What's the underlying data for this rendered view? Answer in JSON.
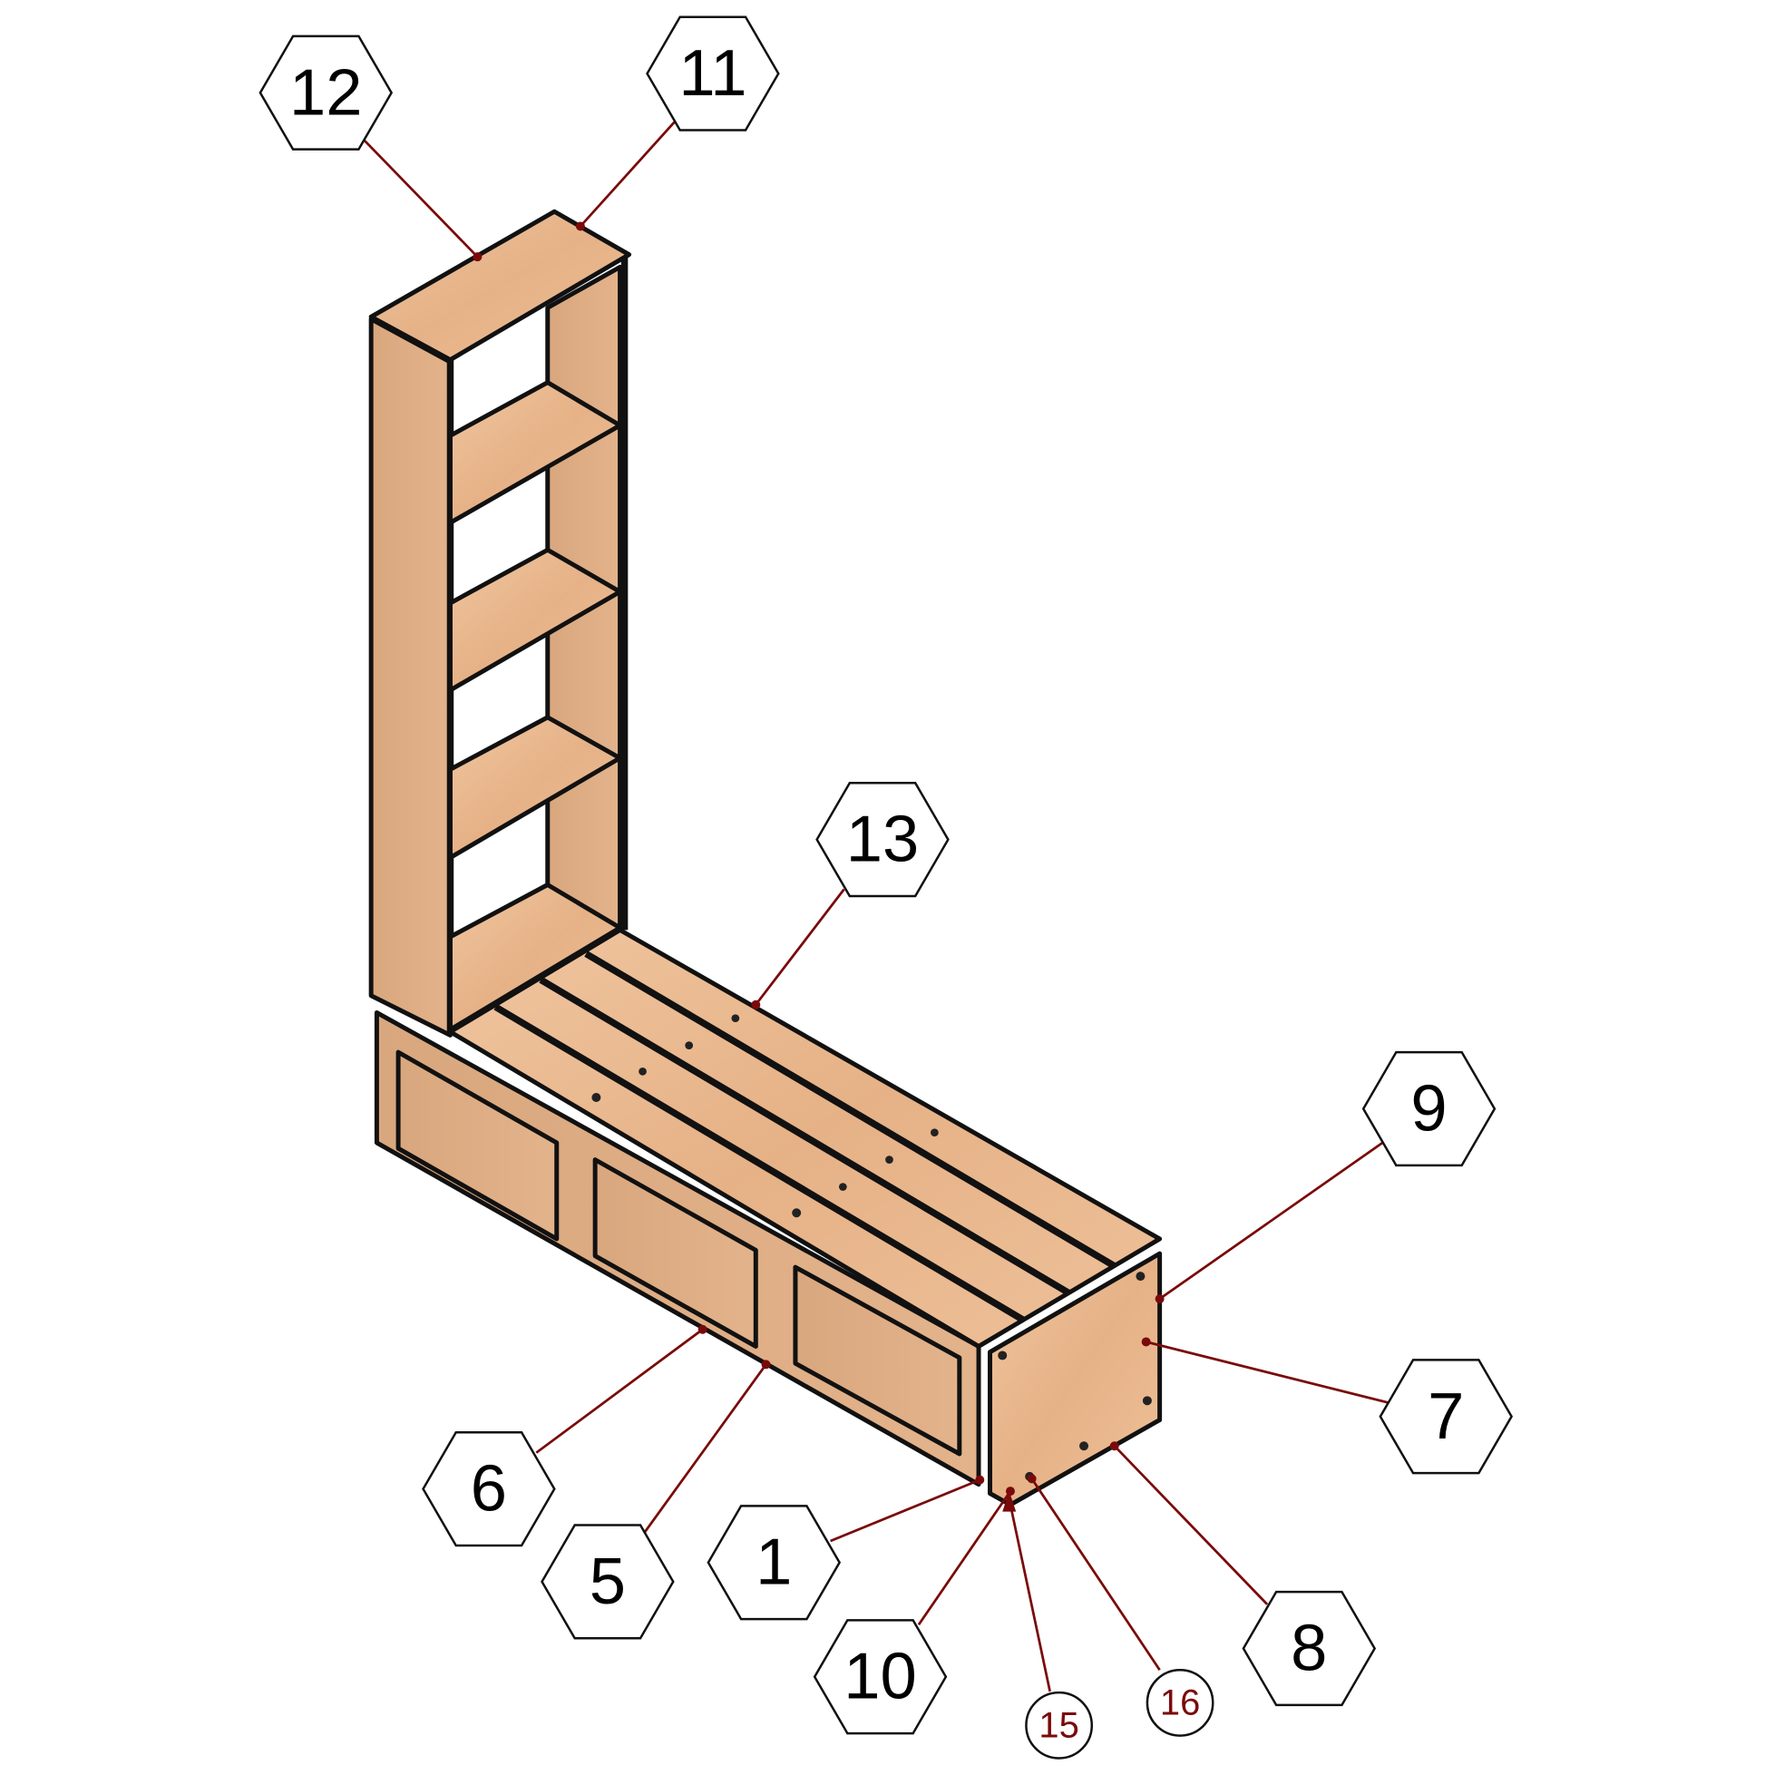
{
  "title": "Bench with bookshelf assembly diagram",
  "colors": {
    "wood": "#e9b991",
    "wood_dark": "#d9a47a",
    "leader": "#7a0a0a",
    "outline": "#111111"
  },
  "callouts": [
    {
      "label": "12",
      "shape": "hexagon"
    },
    {
      "label": "11",
      "shape": "hexagon"
    },
    {
      "label": "13",
      "shape": "hexagon"
    },
    {
      "label": "9",
      "shape": "hexagon"
    },
    {
      "label": "7",
      "shape": "hexagon"
    },
    {
      "label": "8",
      "shape": "hexagon"
    },
    {
      "label": "16",
      "shape": "circle"
    },
    {
      "label": "15",
      "shape": "circle"
    },
    {
      "label": "10",
      "shape": "hexagon"
    },
    {
      "label": "1",
      "shape": "hexagon"
    },
    {
      "label": "5",
      "shape": "hexagon"
    },
    {
      "label": "6",
      "shape": "hexagon"
    }
  ]
}
